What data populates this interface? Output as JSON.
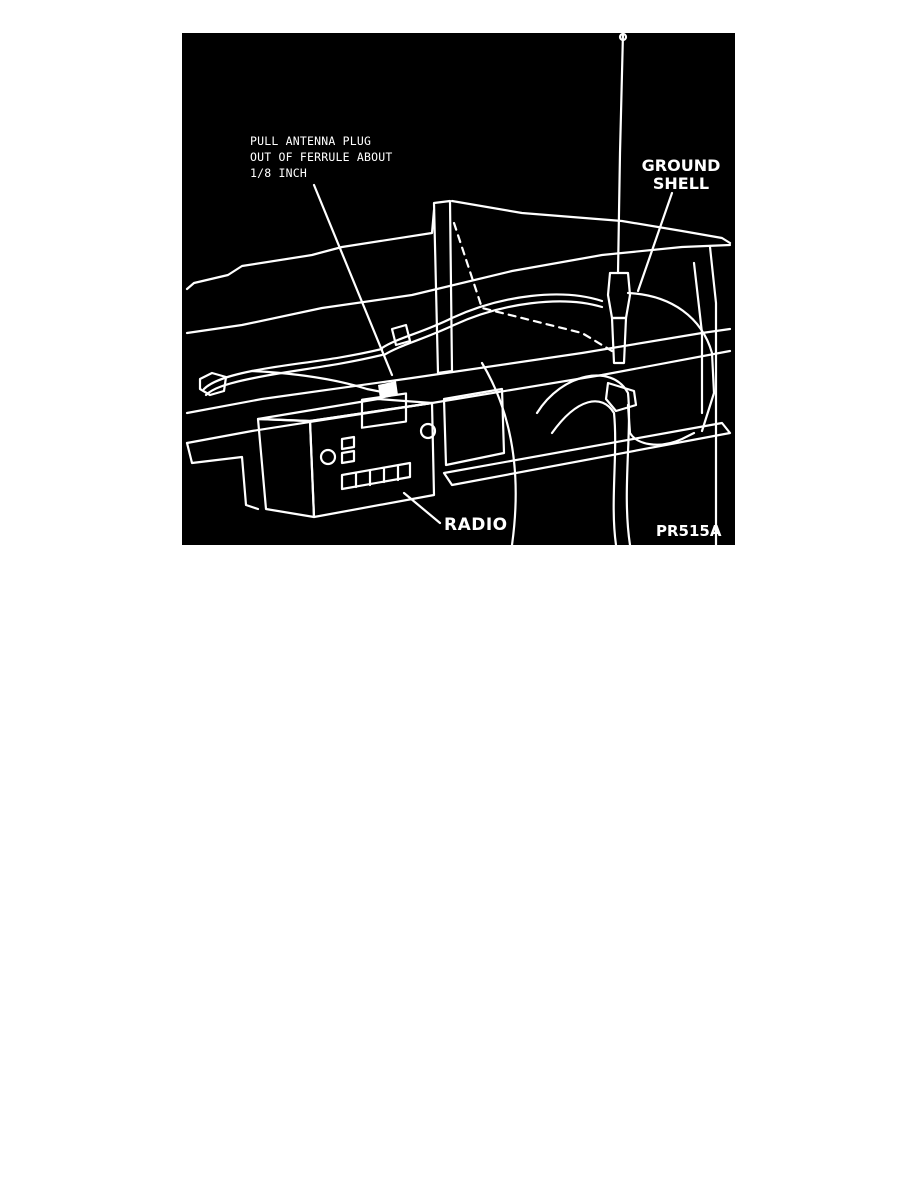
{
  "figure": {
    "callout_antenna_plug": [
      "PULL ANTENNA PLUG",
      "OUT OF FERRULE ABOUT",
      "1/8 INCH"
    ],
    "callout_ground_shell": [
      "GROUND",
      "SHELL"
    ],
    "callout_radio": "RADIO",
    "figure_code": "PR515A",
    "colors": {
      "background": "#000000",
      "line_art": "#ffffff"
    }
  }
}
